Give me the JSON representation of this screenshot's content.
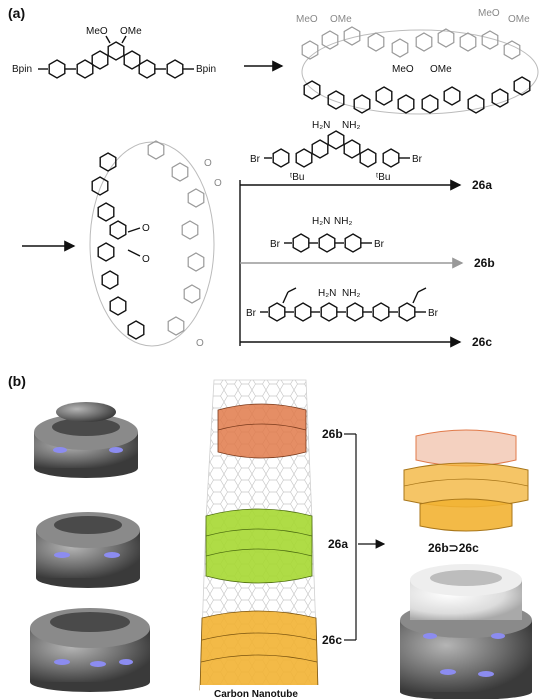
{
  "panel_a": {
    "label": "(a)",
    "reactant": {
      "left_group": "Bpin",
      "right_group": "Bpin",
      "substituent_1": "MeO",
      "substituent_2": "OMe"
    },
    "macrocycle": {
      "top_left_1": "MeO",
      "top_left_2": "OMe",
      "top_right_1": "MeO",
      "top_right_2": "OMe",
      "front_1": "MeO",
      "front_2": "OMe"
    },
    "linker_a": {
      "left": "Br",
      "right": "Br",
      "amine_1": "H₂N",
      "amine_2": "NH₂",
      "tbu_1": "ᵗBu",
      "tbu_2": "ᵗBu"
    },
    "linker_b": {
      "left": "Br",
      "right": "Br",
      "amine_1": "H₂N",
      "amine_2": "NH₂"
    },
    "linker_c": {
      "left": "Br",
      "right": "Br",
      "amine_1": "H₂N",
      "amine_2": "NH₂"
    },
    "products": [
      "26a",
      "26b",
      "26c"
    ]
  },
  "panel_b": {
    "label": "(b)",
    "tube_caption": "Carbon Nanotube",
    "bracket_top": "26b",
    "bracket_mid": "26a",
    "bracket_bottom": "26c",
    "complex_label": "26b⊃26c"
  },
  "colors": {
    "orange": "#e07a4a",
    "green": "#a6d832",
    "gold": "#f2b233",
    "gray_sphere": "#7b7b7b",
    "blue_n": "#8c8cf0"
  }
}
